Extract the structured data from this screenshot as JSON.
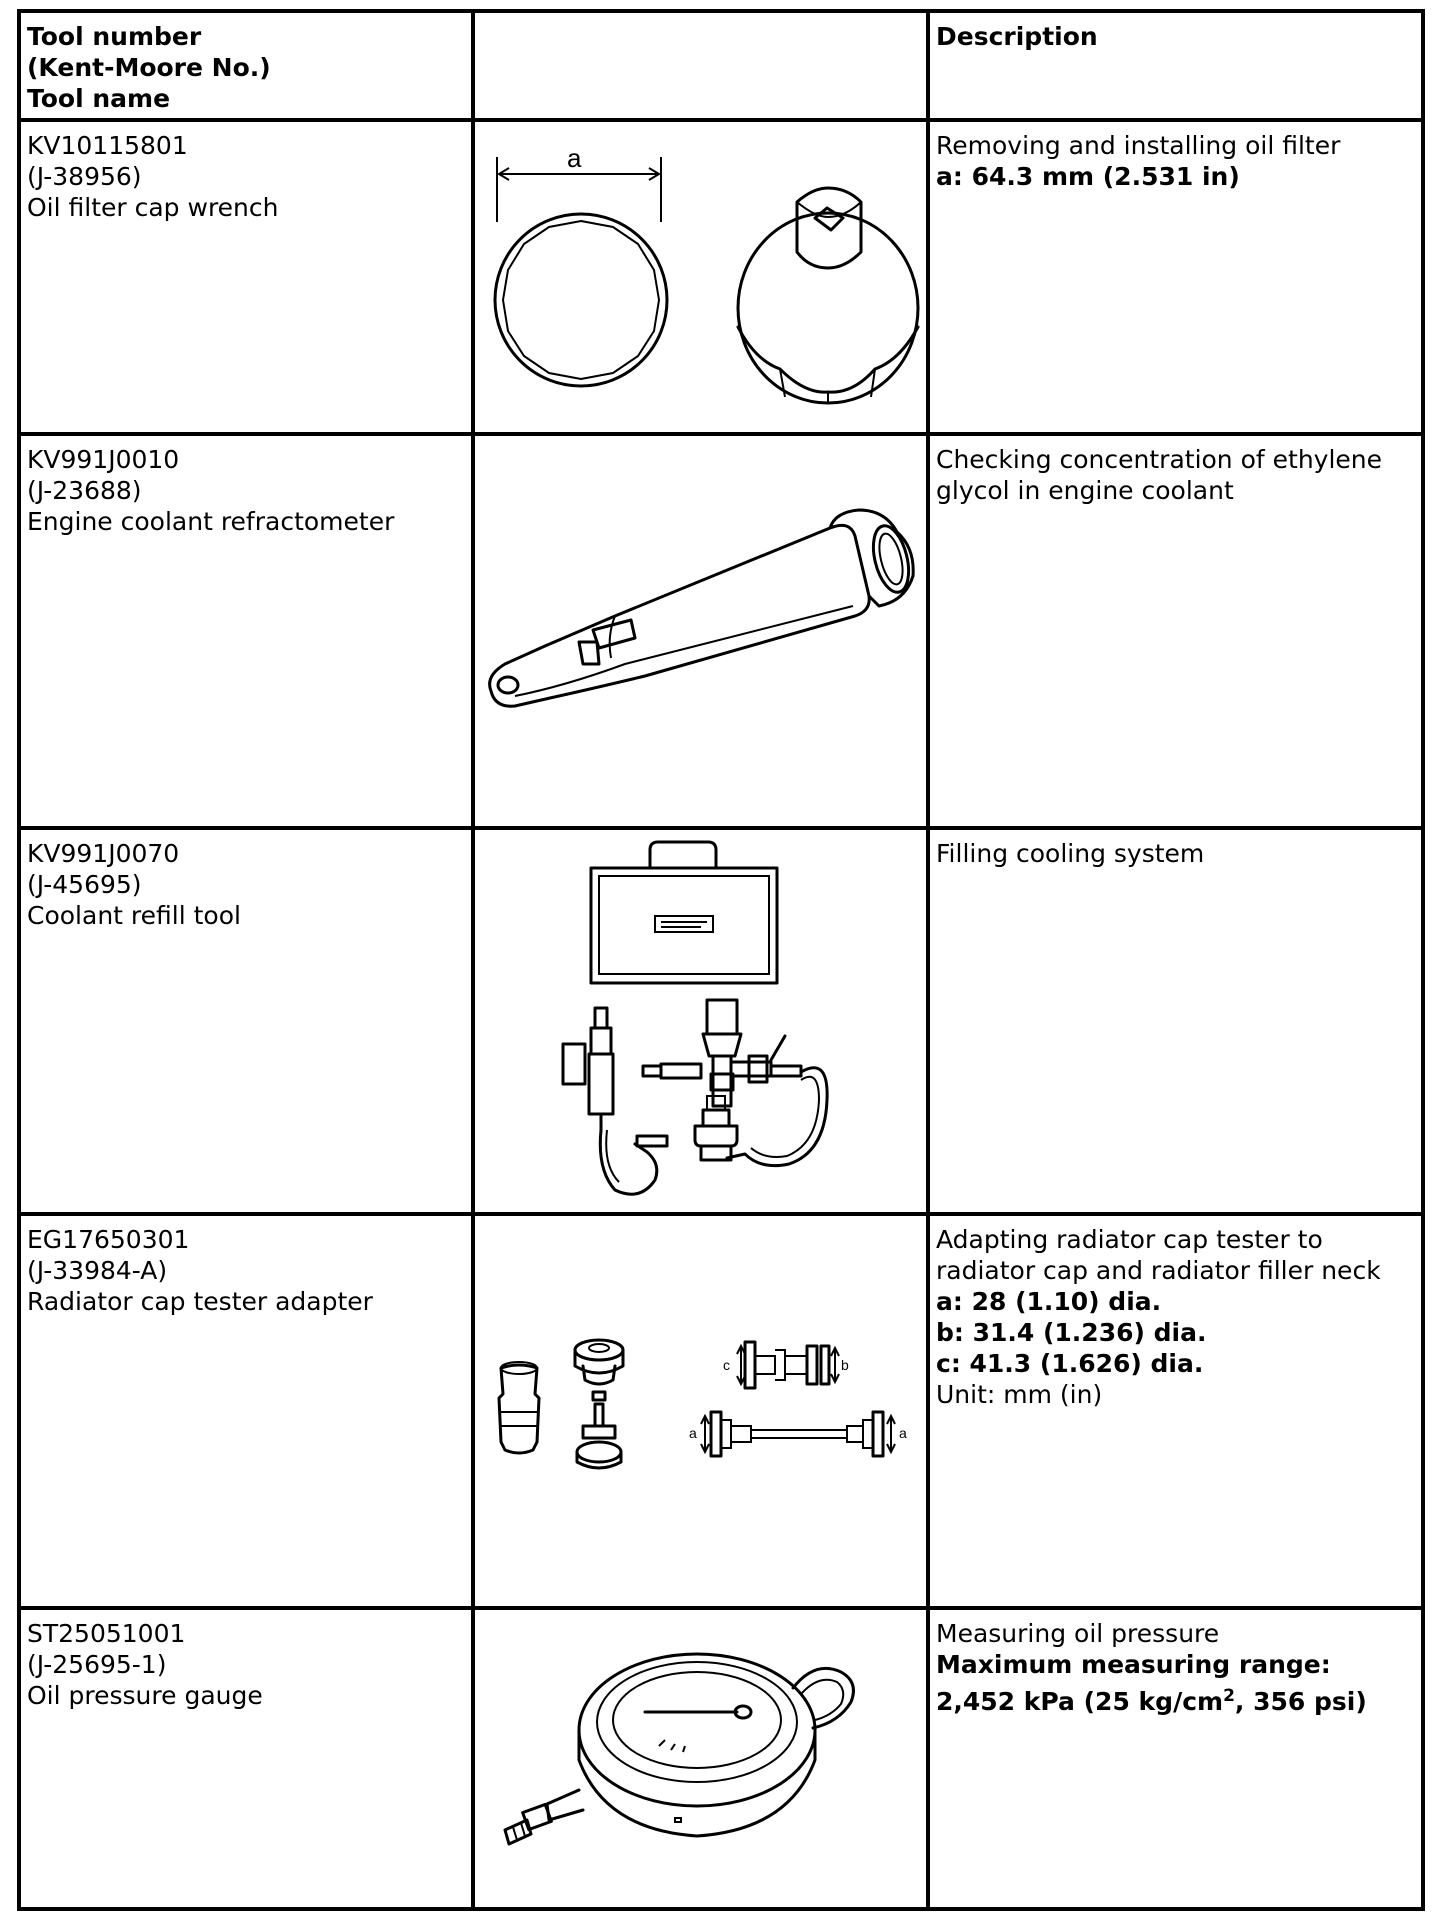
{
  "header": {
    "col1_lines": [
      "Tool number",
      "(Kent-Moore No.)",
      "Tool name"
    ],
    "col2": "",
    "col3": "Description"
  },
  "rows": [
    {
      "tool_number": "KV10115801",
      "kent_moore": "(J-38956)",
      "tool_name": "Oil filter cap wrench",
      "illustration_icon": "oil-filter-cap-wrench-drawing",
      "illustration_labels": [
        "a"
      ],
      "description": "Removing and installing oil filter",
      "spec_lines": [
        "a: 64.3 mm (2.531 in)"
      ]
    },
    {
      "tool_number": "KV991J0010",
      "kent_moore": "(J-23688)",
      "tool_name": "Engine coolant refractometer",
      "illustration_icon": "refractometer-drawing",
      "description": "Checking concentration of ethylene glycol in engine coolant",
      "spec_lines": []
    },
    {
      "tool_number": "KV991J0070",
      "kent_moore": "(J-45695)",
      "tool_name": "Coolant refill tool",
      "illustration_icon": "coolant-refill-kit-drawing",
      "description": "Filling cooling system",
      "spec_lines": []
    },
    {
      "tool_number": "EG17650301",
      "kent_moore": "(J-33984-A)",
      "tool_name": "Radiator cap tester adapter",
      "illustration_icon": "cap-tester-adapter-drawing",
      "illustration_labels": [
        "c",
        "b",
        "a",
        "a"
      ],
      "description": "Adapting radiator cap tester to radiator cap and radiator filler neck",
      "spec_lines": [
        "a: 28 (1.10) dia.",
        "b: 31.4 (1.236) dia.",
        "c: 41.3 (1.626) dia."
      ],
      "unit_note": "Unit: mm (in)"
    },
    {
      "tool_number": "ST25051001",
      "kent_moore": "(J-25695-1)",
      "tool_name": "Oil pressure gauge",
      "illustration_icon": "oil-pressure-gauge-drawing",
      "description": "Measuring oil pressure",
      "spec_title": "Maximum measuring range:",
      "spec_value_pre": "2,452 kPa (25 kg/cm",
      "spec_value_sup": "2",
      "spec_value_post": ", 356 psi)"
    }
  ]
}
